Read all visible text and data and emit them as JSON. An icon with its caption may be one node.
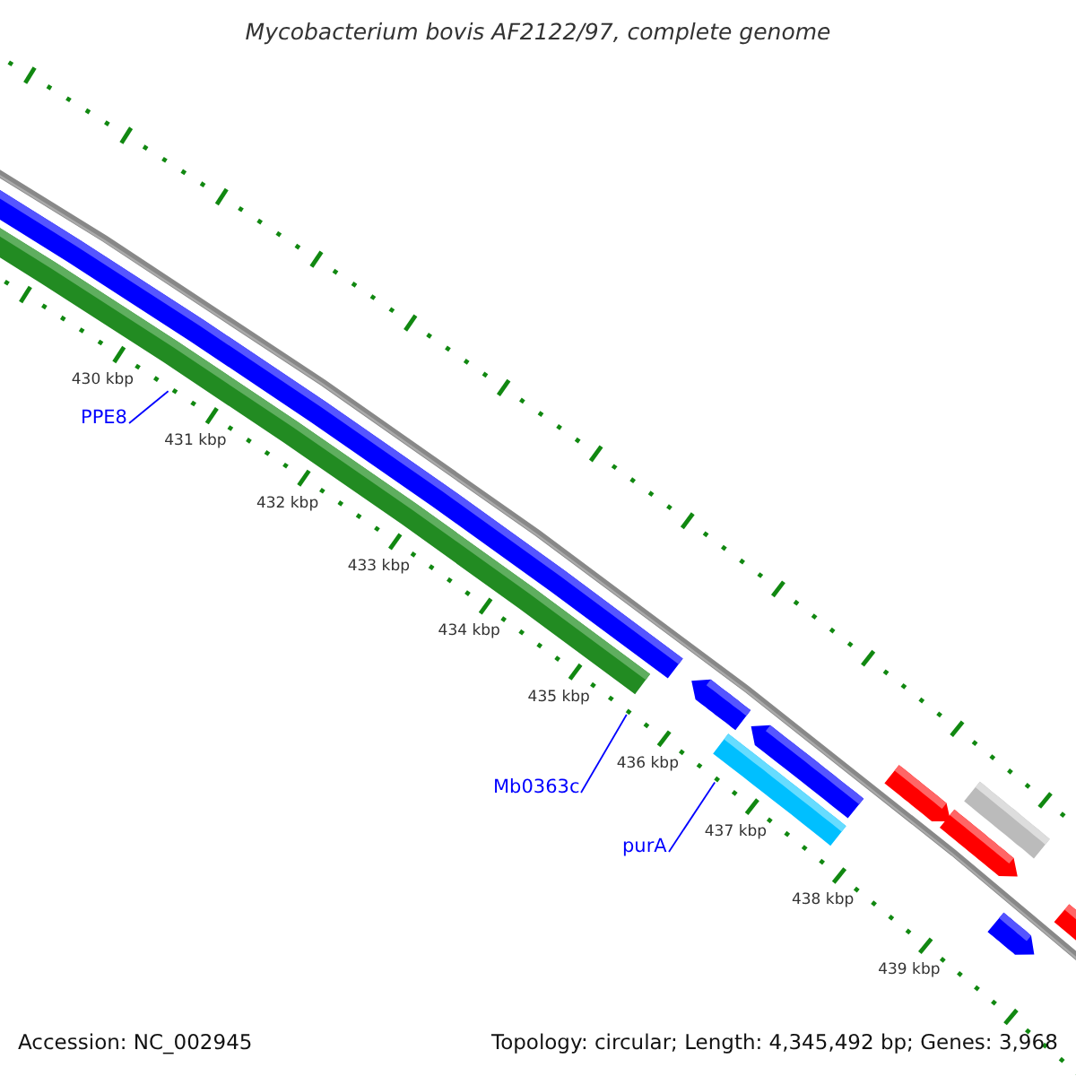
{
  "diagram": {
    "title": "Mycobacterium bovis AF2122/97, complete genome",
    "nodes": [
      {
        "text": [
          "PPE8"
        ]
      },
      {
        "text": [
          "Mb0363c"
        ]
      },
      {
        "text": [
          "purA"
        ]
      }
    ],
    "edges": [
      {
        "from": 0,
        "to": null,
        "arrow": "none"
      },
      {
        "from": 1,
        "to": null,
        "arrow": "none"
      },
      {
        "from": 2,
        "to": null,
        "arrow": "none"
      }
    ],
    "labels": [
      "430 kbp",
      "431 kbp",
      "432 kbp",
      "433 kbp",
      "434 kbp",
      "435 kbp",
      "436 kbp",
      "437 kbp",
      "438 kbp",
      "439 kbp",
      "Accession: NC_002945",
      "Topology: circular; Length: 4,345,492 bp; Genes: 3,968"
    ]
  }
}
